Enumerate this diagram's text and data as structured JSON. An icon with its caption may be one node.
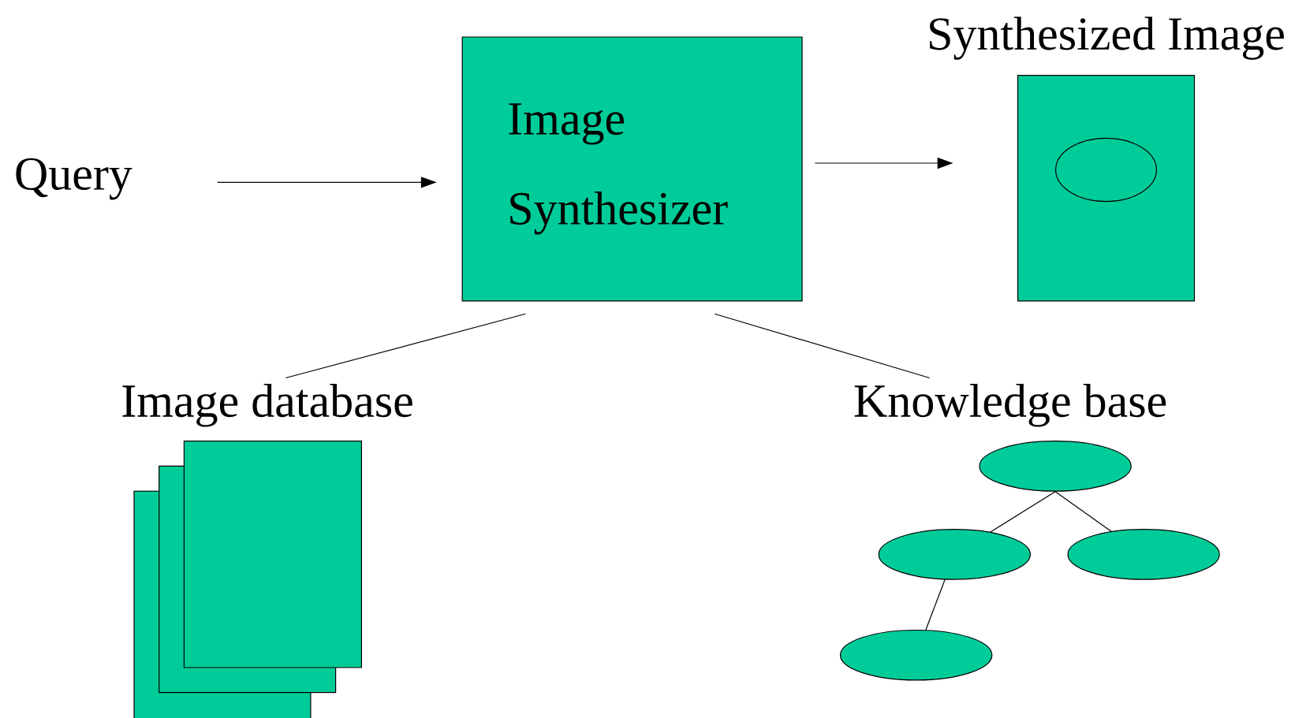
{
  "diagram": {
    "nodes": [
      {
        "text": [
          "Query"
        ]
      },
      {
        "text": [
          "Image Synthesizer"
        ]
      },
      {
        "text": [
          "Synthesized Image"
        ]
      },
      {
        "text": [],
        "shape": "ellipse",
        "in": 2
      },
      {
        "text": [
          "Image database"
        ]
      },
      {
        "text": [
          "Knowledge base"
        ]
      },
      {
        "text": [],
        "shape": "ellipse"
      },
      {
        "text": [],
        "shape": "ellipse"
      },
      {
        "text": [],
        "shape": "ellipse"
      },
      {
        "text": [],
        "shape": "ellipse"
      }
    ],
    "edges": [
      {
        "from": 0,
        "to": 1,
        "arrow": "to"
      },
      {
        "from": 1,
        "to": 2,
        "arrow": "to"
      },
      {
        "from": 1,
        "to": 4,
        "arrow": "none"
      },
      {
        "from": 1,
        "to": 5,
        "arrow": "none"
      },
      {
        "from": 6,
        "to": 7,
        "arrow": "none"
      },
      {
        "from": 6,
        "to": 8,
        "arrow": "none"
      },
      {
        "from": 7,
        "to": 9,
        "arrow": "none"
      }
    ]
  }
}
